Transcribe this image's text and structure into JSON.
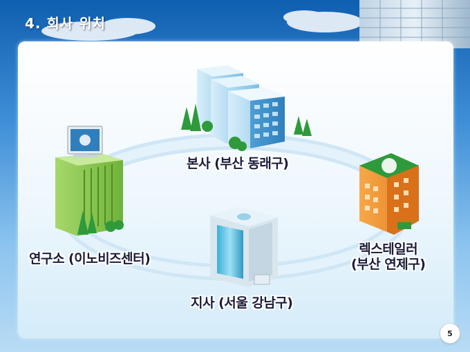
{
  "slide": {
    "title": "4. 회사 위치",
    "page_number": "5"
  },
  "locations": {
    "headquarters": "본사 (부산 동래구)",
    "research_lab": "연구소 (이노비즈센터)",
    "rextail": {
      "line1": "렉스테일러",
      "line2": "(부산 연제구)"
    },
    "branch": "지사 (서울 강남구)"
  },
  "colors": {
    "sky_top": "#0f5fb0",
    "panel": "#eef7fd",
    "label_text": "#1b1b3a",
    "lab_building": "#7cc242",
    "rextail_building": "#f08c2c",
    "hq_building": "#9fd3f0"
  }
}
